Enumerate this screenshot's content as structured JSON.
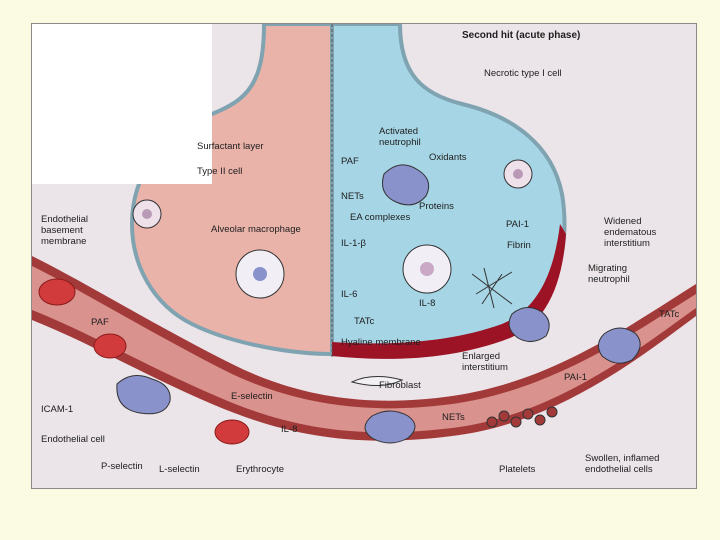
{
  "colors": {
    "background": "#fbfbe3",
    "panel": "#ebe4e8",
    "alveolus": "#e9b3aa",
    "edema_fluid": "#a6d6e6",
    "vessel_wall": "#a33a3a",
    "capillary_lumen": "#d9928d",
    "erythrocyte": "#d23b3b",
    "neutrophil": "#8a92cc",
    "hyaline_membrane": "#9c1325"
  },
  "labels": {
    "second_hit": "Second hit (acute phase)",
    "necrotic": "Necrotic type I cell",
    "surfactant": "Surfactant layer",
    "type2": "Type II cell",
    "activated_neutrophil": "Activated\nneutrophil",
    "oxidants": "Oxidants",
    "paf_upper": "PAF",
    "nets_upper": "NETs",
    "proteins": "Proteins",
    "ea_complexes": "EA complexes",
    "pai1_upper": "PAI-1",
    "fibrin": "Fibrin",
    "endothelial_bm": "Endothelial\nbasement\nmembrane",
    "alveolar_macrophage": "Alveolar macrophage",
    "il1b": "IL-1-β",
    "il6": "IL-6",
    "il8_upper": "IL-8",
    "tatc_upper": "TATc",
    "widened": "Widened\nendematous\ninterstitium",
    "migrating": "Migrating\nneutrophil",
    "tatc_right": "TATc",
    "paf_lower": "PAF",
    "hyaline": "Hyaline membrane",
    "enlarged": "Enlarged\ninterstitium",
    "fibroblast": "Fibroblast",
    "pai1_lower": "PAI-1",
    "icam1": "ICAM-1",
    "e_selectin": "E-selectin",
    "nets_lower": "NETs",
    "endothelial_cell": "Endothelial cell",
    "il8_lower": "IL-8",
    "p_selectin": "P-selectin",
    "l_selectin": "L-selectin",
    "erythrocyte": "Erythrocyte",
    "platelets": "Platelets",
    "swollen": "Swollen, inflamed\nendothelial cells"
  }
}
